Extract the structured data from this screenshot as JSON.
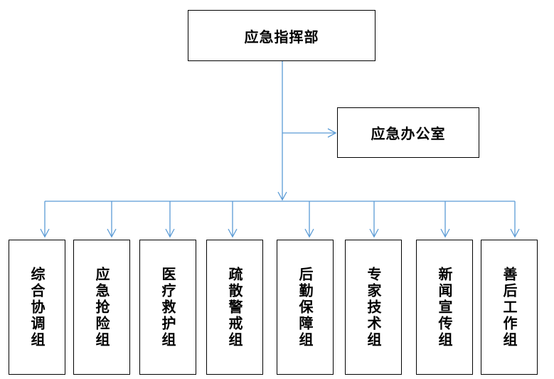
{
  "diagram": {
    "root": "应急指挥部",
    "office": "应急办公室",
    "groups": [
      "综合协调组",
      "应急抢险组",
      "医疗救护组",
      "疏散警戒组",
      "后勤保障组",
      "专家技术组",
      "新闻宣传组",
      "善后工作组"
    ]
  },
  "colors": {
    "connector": "#5b9bd5",
    "box_border": "#000000",
    "text": "#000000"
  }
}
